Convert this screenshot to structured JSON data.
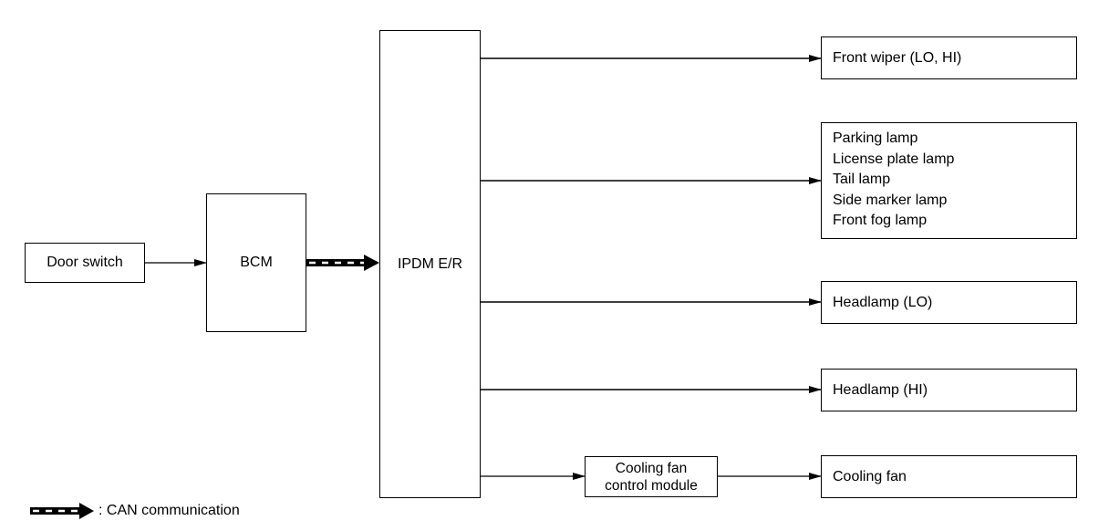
{
  "nodes": {
    "door_switch": "Door switch",
    "bcm": "BCM",
    "ipdm": "IPDM E/R",
    "front_wiper": "Front wiper (LO, HI)",
    "lamps": [
      "Parking lamp",
      "License plate lamp",
      "Tail lamp",
      "Side marker lamp",
      "Front fog lamp"
    ],
    "headlamp_lo": "Headlamp (LO)",
    "headlamp_hi": "Headlamp (HI)",
    "cooling_fan_module": [
      "Cooling fan",
      "control module"
    ],
    "cooling_fan": "Cooling fan"
  },
  "legend": {
    "can_label": ": CAN communication"
  }
}
